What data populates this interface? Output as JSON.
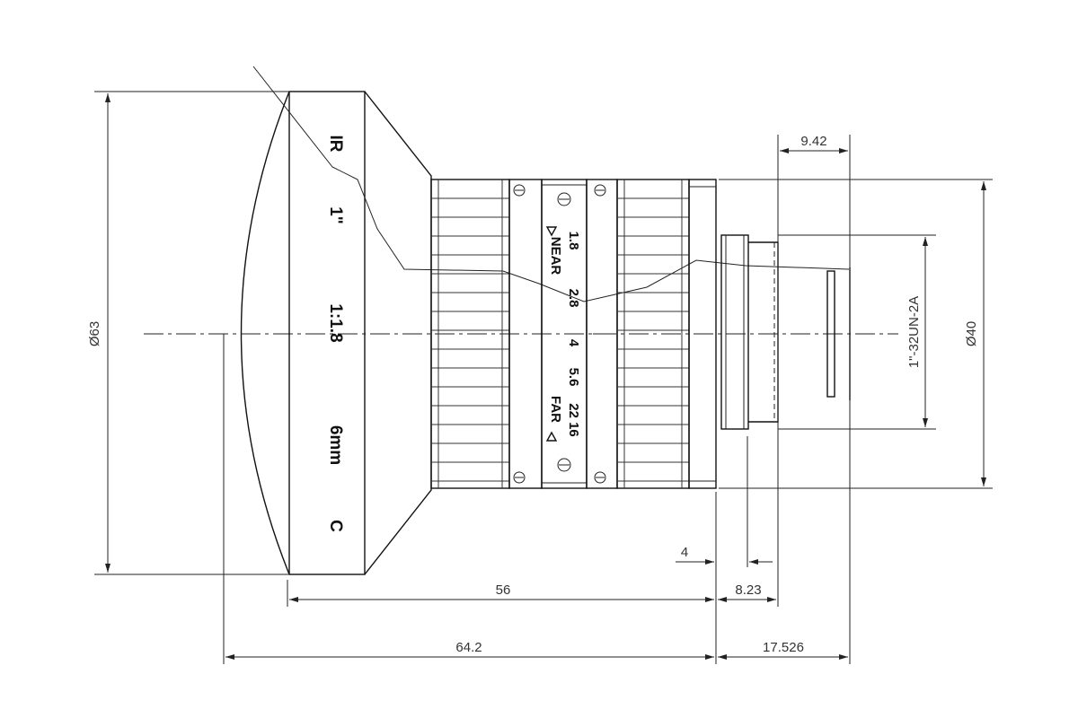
{
  "colors": {
    "line": "#111111",
    "dimension": "#333333",
    "background": "#ffffff"
  },
  "dimensions": {
    "front_diameter": "Ø63",
    "mount_diameter": "Ø40",
    "thread": "1\"-32UN-2A",
    "back_focus": "9.42",
    "length_56": "56",
    "length_64_2": "64.2",
    "flange_4": "4",
    "flange_8_23": "8.23",
    "back_17_526": "17.526"
  },
  "lens_markings": {
    "ir": "IR",
    "format": "1\"",
    "aperture": "1:1.8",
    "focal_length": "6mm",
    "mount": "C"
  },
  "aperture_ring": {
    "near": "NEAR",
    "far": "FAR",
    "f_values": [
      "1.8",
      "2.8",
      "4",
      "5.6",
      "22 16"
    ]
  }
}
